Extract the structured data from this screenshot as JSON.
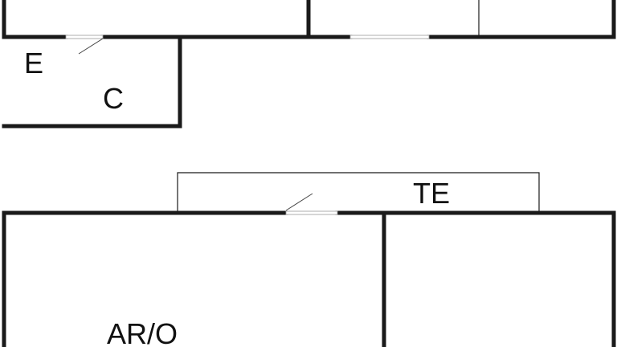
{
  "floor_plan": {
    "rooms": [
      {
        "id": "e",
        "label": "E"
      },
      {
        "id": "c",
        "label": "C"
      },
      {
        "id": "te",
        "label": "TE"
      },
      {
        "id": "ar-o",
        "label": "AR/O"
      }
    ],
    "colors": {
      "wall": "#1a1a1a",
      "background": "#ffffff"
    }
  }
}
